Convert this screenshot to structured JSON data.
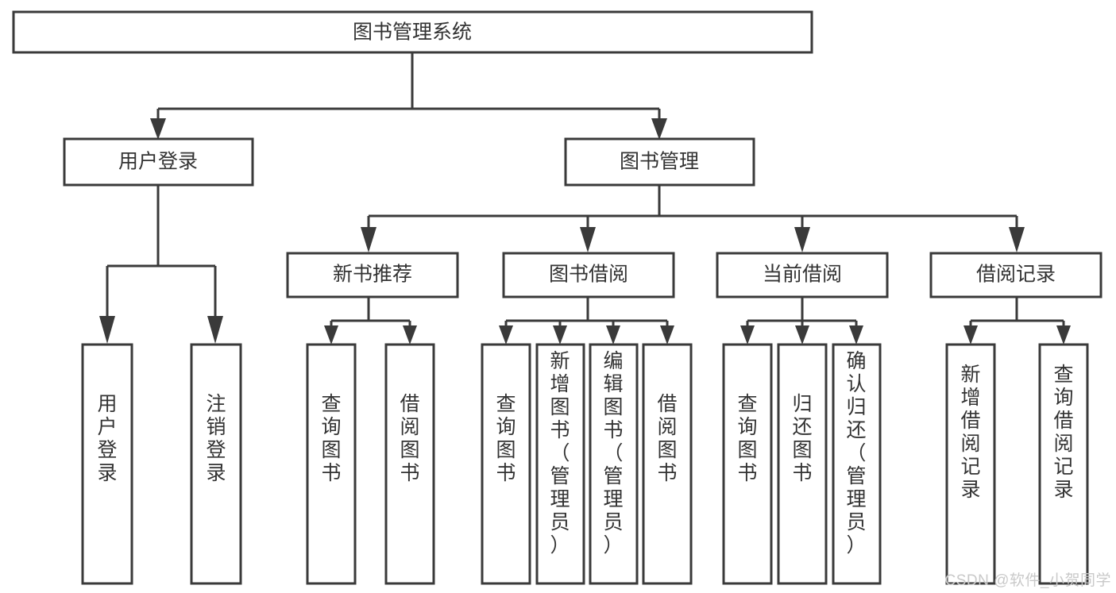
{
  "diagram": {
    "title": "图书管理系统",
    "type": "hierarchy-tree",
    "watermark": "CSDN @软件_小贺同学",
    "colors": {
      "background": "#ffffff",
      "box_fill": "#ffffff",
      "box_stroke": "#3a3a3a",
      "text": "#333333",
      "watermark": "#c9c9c9"
    },
    "levels": 4,
    "root": {
      "id": "root",
      "label": "图书管理系统",
      "orientation": "horizontal"
    },
    "level2": [
      {
        "id": "user-login",
        "label": "用户登录",
        "orientation": "horizontal"
      },
      {
        "id": "book-admin",
        "label": "图书管理",
        "orientation": "horizontal"
      }
    ],
    "level3": [
      {
        "id": "new-book-rec",
        "label": "新书推荐",
        "parent": "book-admin",
        "orientation": "horizontal"
      },
      {
        "id": "book-borrow",
        "label": "图书借阅",
        "parent": "book-admin",
        "orientation": "horizontal"
      },
      {
        "id": "current-borrow",
        "label": "当前借阅",
        "parent": "book-admin",
        "orientation": "horizontal"
      },
      {
        "id": "borrow-record",
        "label": "借阅记录",
        "parent": "book-admin",
        "orientation": "horizontal"
      }
    ],
    "leaves": [
      {
        "id": "leaf-user-login",
        "label": "用户登录",
        "parent": "user-login",
        "orientation": "vertical"
      },
      {
        "id": "leaf-user-logout",
        "label": "注销登录",
        "parent": "user-login",
        "orientation": "vertical"
      },
      {
        "id": "leaf-query-book-1",
        "label": "查询图书",
        "parent": "new-book-rec",
        "orientation": "vertical"
      },
      {
        "id": "leaf-borrow-book-1",
        "label": "借阅图书",
        "parent": "new-book-rec",
        "orientation": "vertical"
      },
      {
        "id": "leaf-query-book-2",
        "label": "查询图书",
        "parent": "book-borrow",
        "orientation": "vertical"
      },
      {
        "id": "leaf-add-book",
        "label": "新增图书（管理员）",
        "parent": "book-borrow",
        "orientation": "vertical"
      },
      {
        "id": "leaf-edit-book",
        "label": "编辑图书（管理员）",
        "parent": "book-borrow",
        "orientation": "vertical"
      },
      {
        "id": "leaf-borrow-book-2",
        "label": "借阅图书",
        "parent": "book-borrow",
        "orientation": "vertical"
      },
      {
        "id": "leaf-query-book-3",
        "label": "查询图书",
        "parent": "current-borrow",
        "orientation": "vertical"
      },
      {
        "id": "leaf-return-book",
        "label": "归还图书",
        "parent": "current-borrow",
        "orientation": "vertical"
      },
      {
        "id": "leaf-confirm-return",
        "label": "确认归还（管理员）",
        "parent": "current-borrow",
        "orientation": "vertical"
      },
      {
        "id": "leaf-add-record",
        "label": "新增借阅记录",
        "parent": "borrow-record",
        "orientation": "vertical"
      },
      {
        "id": "leaf-query-record",
        "label": "查询借阅记录",
        "parent": "borrow-record",
        "orientation": "vertical"
      }
    ]
  }
}
